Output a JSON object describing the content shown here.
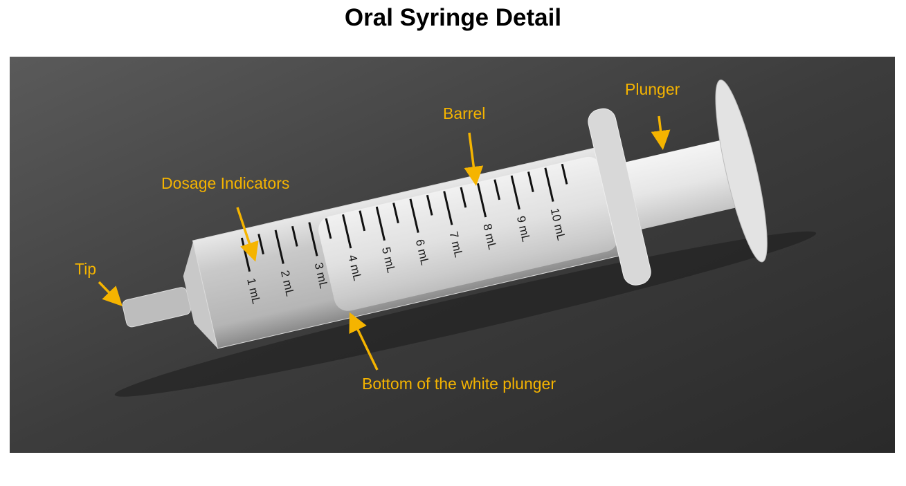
{
  "title": "Oral Syringe Detail",
  "labels": {
    "tip": "Tip",
    "dosage": "Dosage Indicators",
    "barrel": "Barrel",
    "plunger": "Plunger",
    "plunger_bottom": "Bottom of the white plunger"
  },
  "scale_marks": [
    "1 mL",
    "2 mL",
    "3 mL",
    "4 mL",
    "5 mL",
    "6 mL",
    "7 mL",
    "8 mL",
    "9 mL",
    "10 mL"
  ],
  "colors": {
    "annotation": "#F5B400"
  }
}
